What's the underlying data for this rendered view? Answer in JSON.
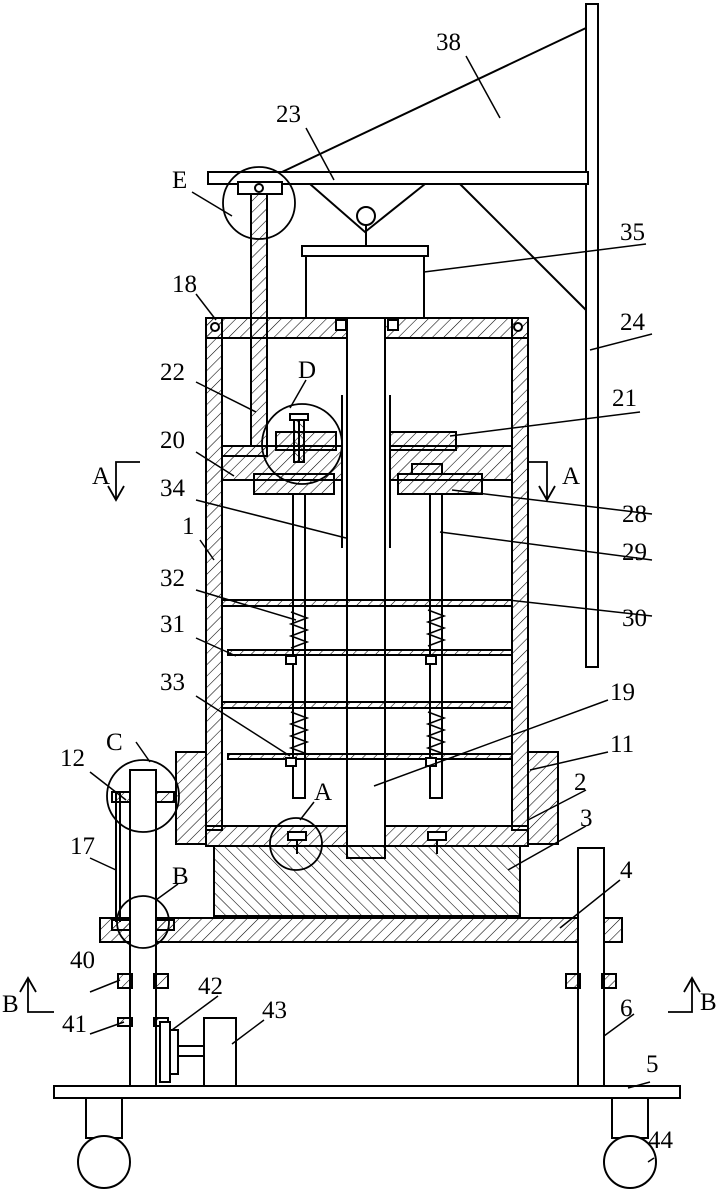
{
  "labels": {
    "n1": "1",
    "n2": "2",
    "n3": "3",
    "n4": "4",
    "n5": "5",
    "n6": "6",
    "n11": "11",
    "n12": "12",
    "n17": "17",
    "n18": "18",
    "n19": "19",
    "n20": "20",
    "n21": "21",
    "n22": "22",
    "n23": "23",
    "n24": "24",
    "n28": "28",
    "n29": "29",
    "n30": "30",
    "n31": "31",
    "n32": "32",
    "n33": "33",
    "n34": "34",
    "n35": "35",
    "n38": "38",
    "n40": "40",
    "n41": "41",
    "n42": "42",
    "n43": "43",
    "n44": "44",
    "detail_a": "A",
    "detail_b": "B",
    "detail_c": "C",
    "detail_d": "D",
    "detail_e": "E",
    "section_a_left": "A",
    "section_a_right": "A",
    "section_b_left": "B",
    "section_b_right": "B"
  },
  "colors": {
    "line": "#000000",
    "background": "#ffffff"
  }
}
